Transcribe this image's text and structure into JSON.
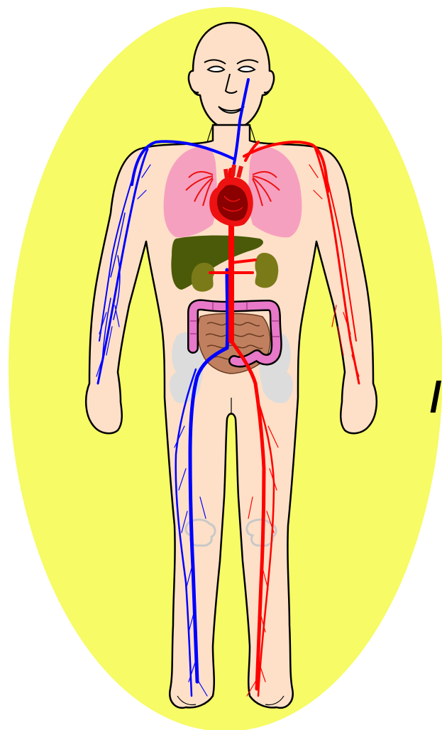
{
  "figure": {
    "description_visible_text": "",
    "edge_glyph": "/"
  },
  "colors": {
    "background": "#ffffff",
    "oval": "#f6fb66",
    "skin": "#fde0c7",
    "outline": "#000000",
    "vein": "#0000ff",
    "artery": "#ff0000",
    "heart": "#8b0000",
    "heart_outer": "#ee1111",
    "lung": "#f6a0c0",
    "liver": "#4a5a08",
    "kidney": "#7a7a18",
    "colon": "#e878c8",
    "small_intestine": "#c08060",
    "bone": "#dcdcdc"
  },
  "organs": [
    {
      "name": "heart"
    },
    {
      "name": "lungs"
    },
    {
      "name": "liver"
    },
    {
      "name": "kidneys"
    },
    {
      "name": "large-intestine"
    },
    {
      "name": "small-intestine"
    },
    {
      "name": "pelvis"
    },
    {
      "name": "knees"
    }
  ]
}
